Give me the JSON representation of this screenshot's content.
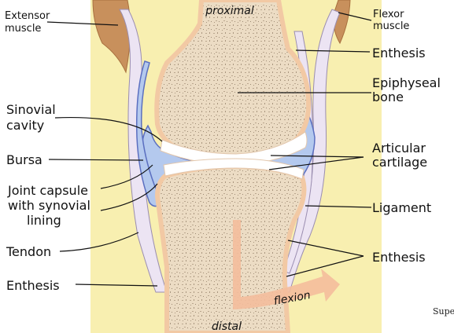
{
  "labels": {
    "extensor": [
      "Extensor",
      "muscle"
    ],
    "flexor": [
      "Flexor",
      "muscle"
    ],
    "proximal": "proximal",
    "distal": "distal",
    "enthesis_top": "Enthesis",
    "epiphyseal": [
      "Epiphyseal",
      "bone"
    ],
    "sinovial": [
      "Sinovial",
      "cavity"
    ],
    "bursa": "Bursa",
    "articular": [
      "Articular",
      "cartilage"
    ],
    "capsule": [
      "Joint capsule",
      "with synovial",
      "lining"
    ],
    "ligament": "Ligament",
    "tendon": "Tendon",
    "enthesis_right": "Enthesis",
    "enthesis_left": "Enthesis",
    "flexion": "flexion",
    "credit": "Supe"
  },
  "colors": {
    "background_fat": "#f8efb0",
    "muscle": "#c8905c",
    "bone": "#ecdcc4",
    "bone_outline": "#f2c9a4",
    "tendon": "#ece4f3",
    "synovial_fluid": "#b4c9ee",
    "capsule_line": "#5b6fc0",
    "cartilage": "#ffffff",
    "flexion_arrow": "#f4bd9c"
  }
}
